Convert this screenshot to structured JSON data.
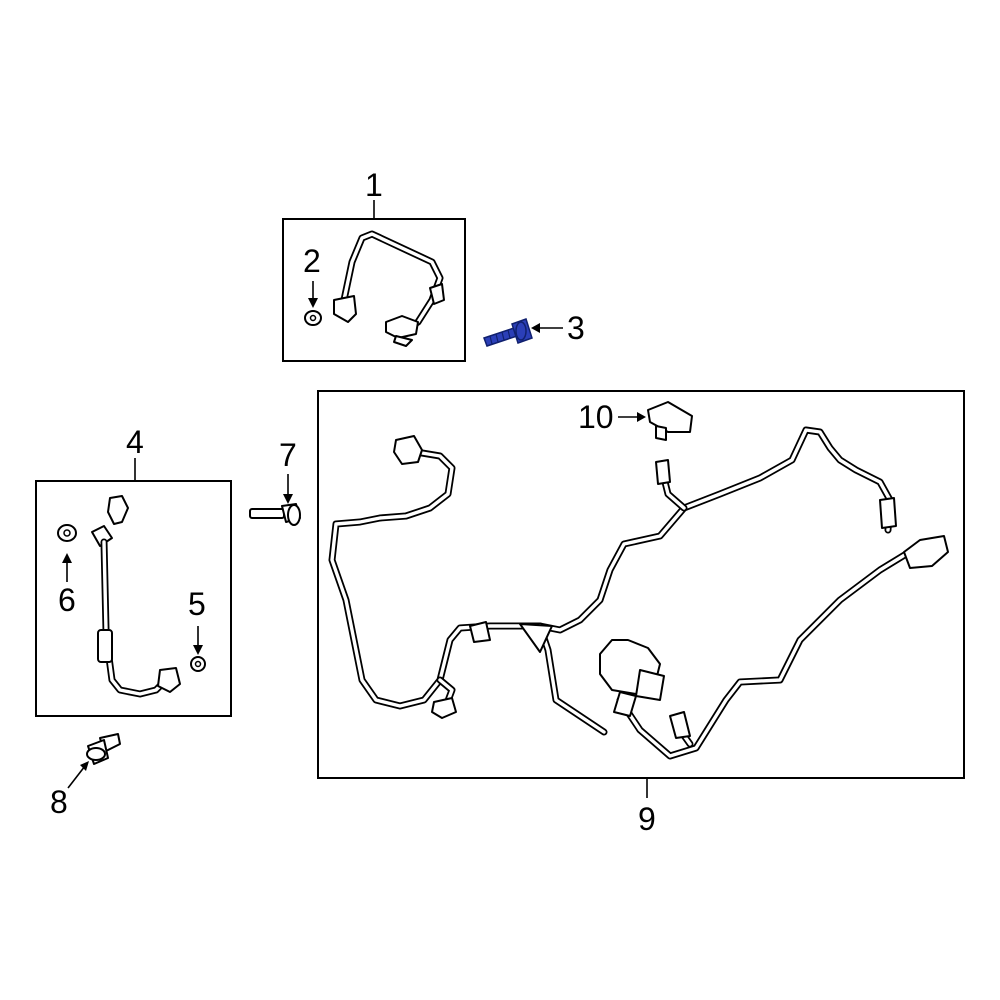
{
  "callouts": {
    "c1": "1",
    "c2": "2",
    "c3": "3",
    "c4": "4",
    "c5": "5",
    "c6": "6",
    "c7": "7",
    "c8": "8",
    "c9": "9",
    "c10": "10"
  },
  "colors": {
    "highlight": "#2b3fb8",
    "line": "#000000",
    "background": "#ffffff"
  }
}
